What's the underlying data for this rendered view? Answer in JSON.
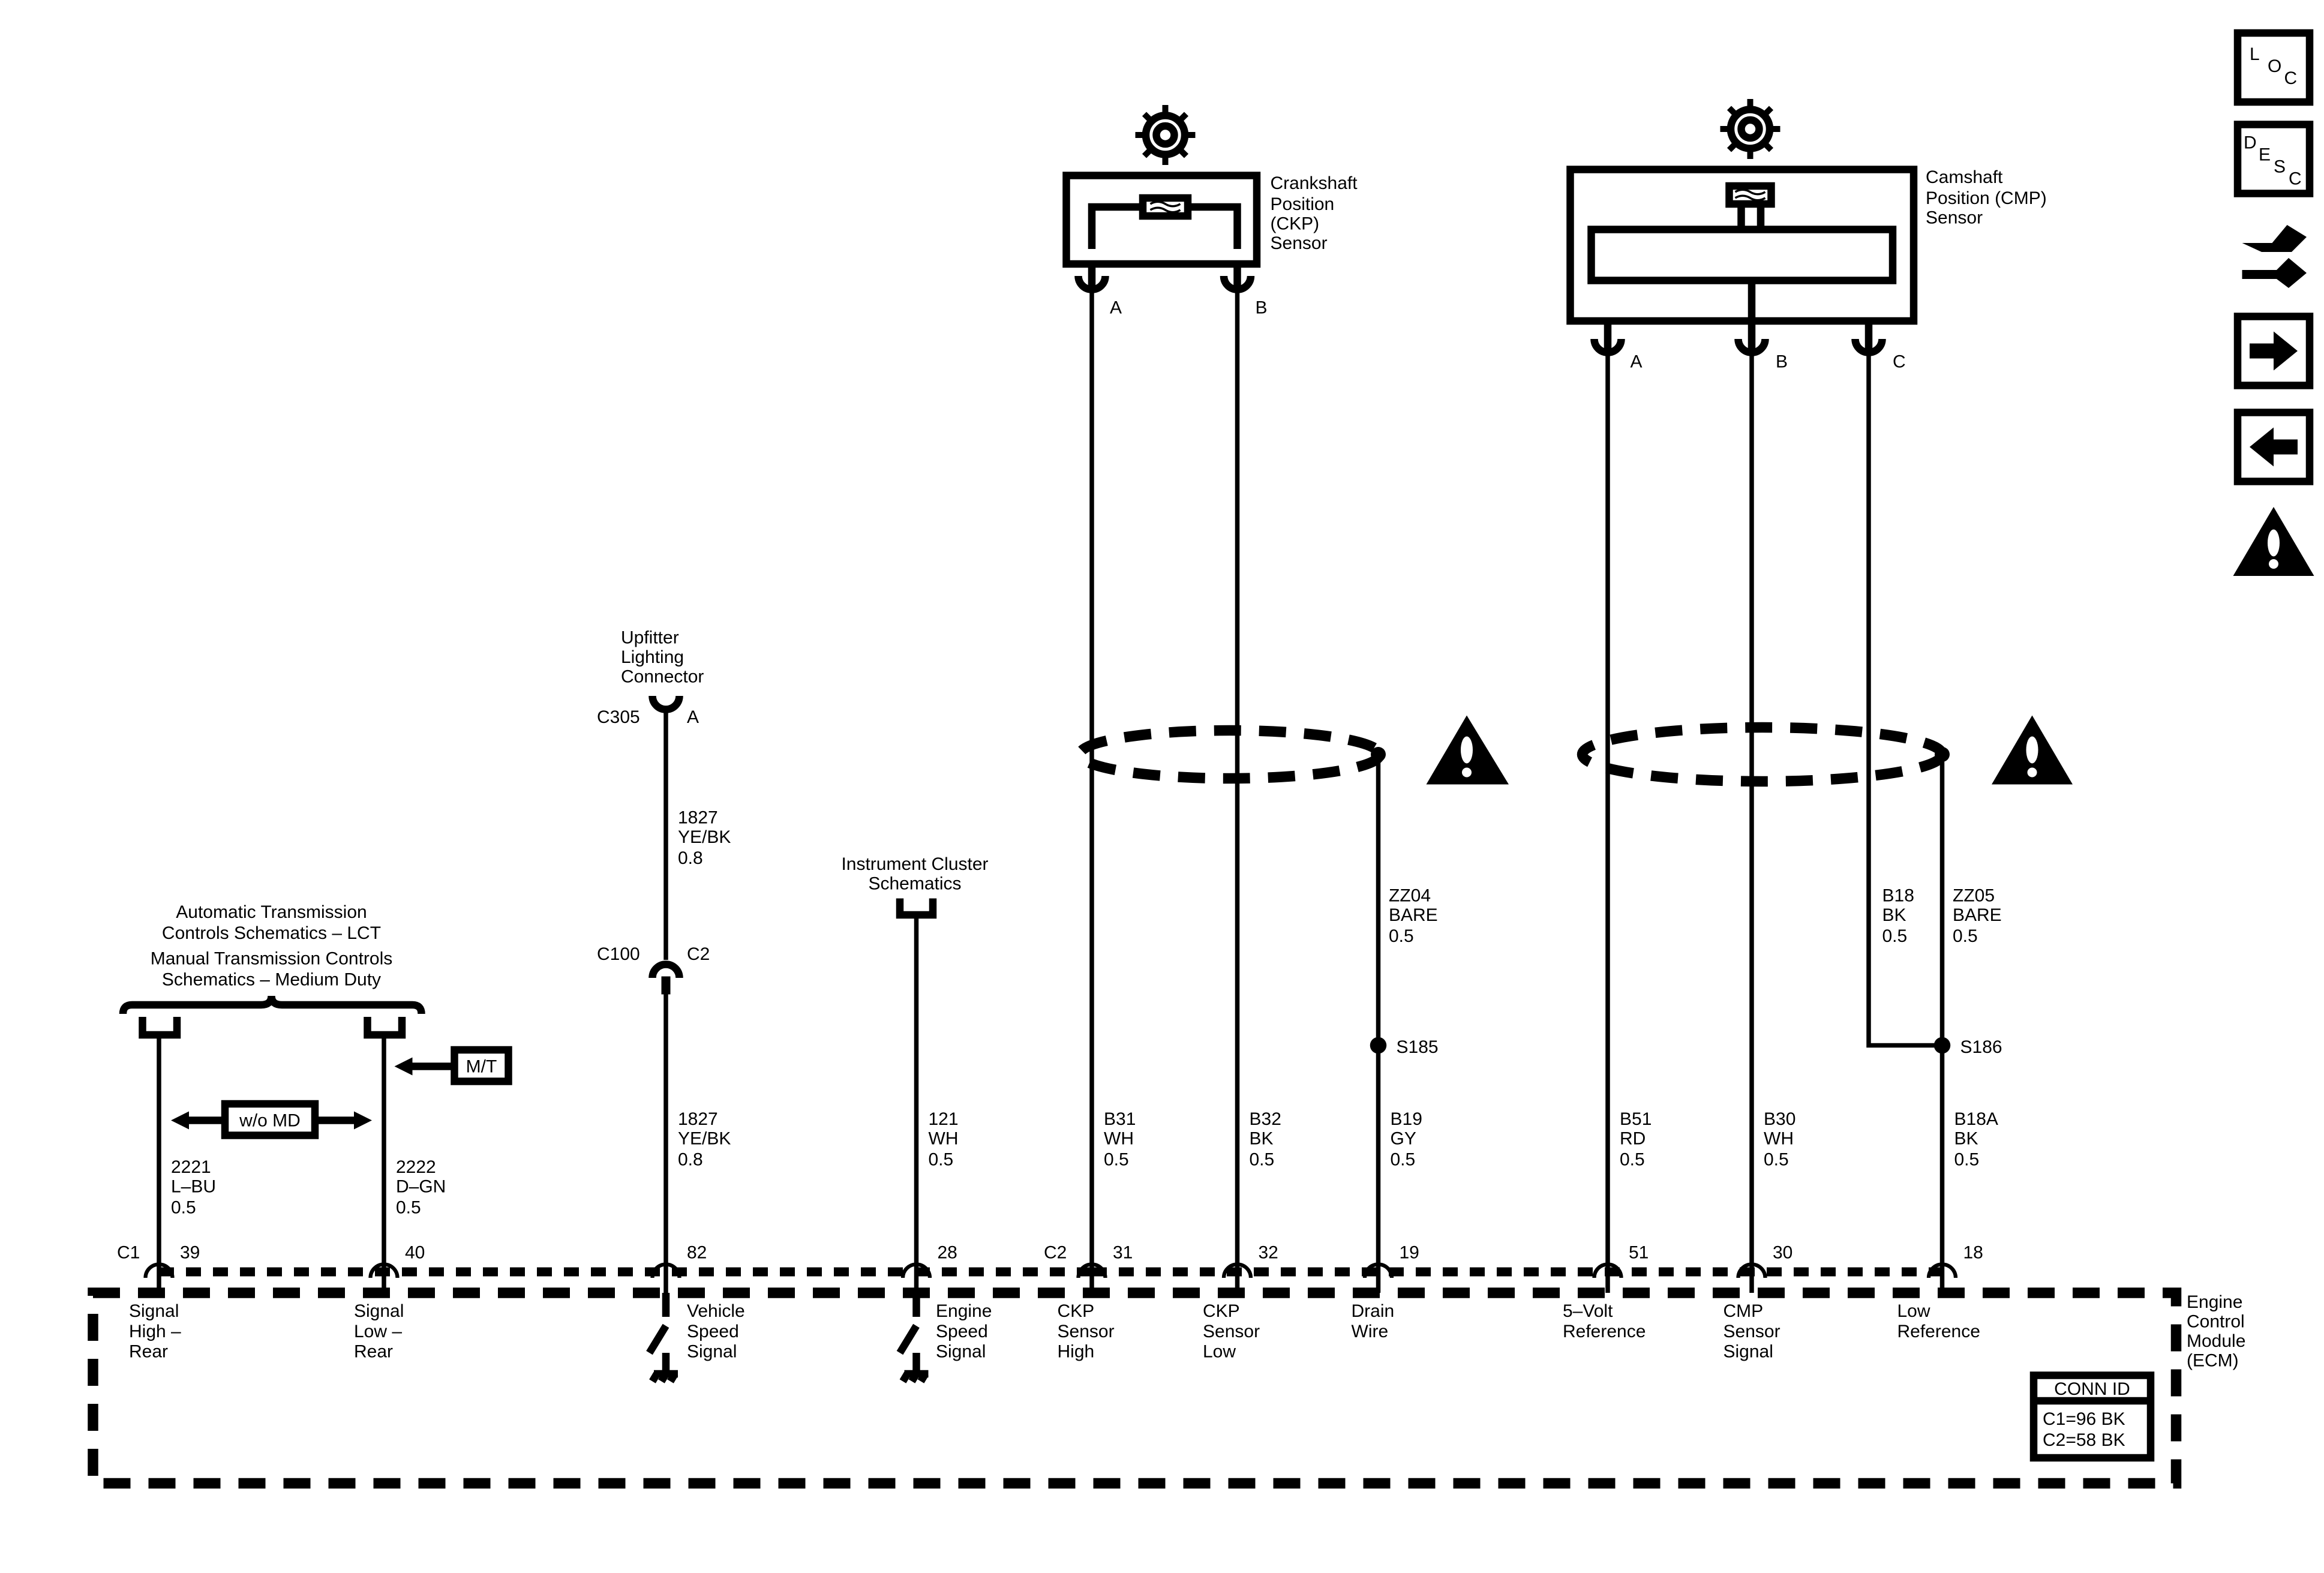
{
  "side_toolbar": {
    "loc": "LOC",
    "desc": "DESC"
  },
  "ckp_sensor": {
    "name_lines": [
      "Crankshaft",
      "Position",
      "(CKP)",
      "Sensor"
    ],
    "pins": [
      "A",
      "B"
    ]
  },
  "cmp_sensor": {
    "name_lines": [
      "Camshaft",
      "Position (CMP)",
      "Sensor"
    ],
    "pins": [
      "A",
      "B",
      "C"
    ]
  },
  "references": {
    "transmission_lines": [
      "Automatic Transmission",
      "Controls Schematics – LCT",
      "Manual Transmission Controls",
      "Schematics – Medium Duty"
    ],
    "upfitter_lines": [
      "Upfitter",
      "Lighting",
      "Connector"
    ],
    "cluster_lines": [
      "Instrument Cluster",
      "Schematics"
    ]
  },
  "options": {
    "wo_md": "w/o MD",
    "mt": "M/T"
  },
  "connectors": {
    "c305": "C305",
    "c305_pin": "A",
    "c100": "C100",
    "c100_pin": "C2",
    "ecm_c1": "C1",
    "ecm_c2": "C2"
  },
  "wires": [
    {
      "circuit": "2221",
      "color": "L–BU",
      "size": "0.5",
      "pin": "39",
      "ecm_label": [
        "Signal",
        "High –",
        "Rear"
      ]
    },
    {
      "circuit": "2222",
      "color": "D–GN",
      "size": "0.5",
      "pin": "40",
      "ecm_label": [
        "Signal",
        "Low –",
        "Rear"
      ]
    },
    {
      "circuit": "1827",
      "color": "YE/BK",
      "size": "0.8",
      "pin": "82",
      "ecm_label": [
        "Vehicle",
        "Speed",
        "Signal"
      ]
    },
    {
      "circuit": "121",
      "color": "WH",
      "size": "0.5",
      "pin": "28",
      "ecm_label": [
        "Engine",
        "Speed",
        "Signal"
      ]
    },
    {
      "circuit": "B31",
      "color": "WH",
      "size": "0.5",
      "pin": "31",
      "ecm_label": [
        "CKP",
        "Sensor",
        "High"
      ]
    },
    {
      "circuit": "B32",
      "color": "BK",
      "size": "0.5",
      "pin": "32",
      "ecm_label": [
        "CKP",
        "Sensor",
        "Low"
      ]
    },
    {
      "circuit": "B19",
      "color": "GY",
      "size": "0.5",
      "pin": "19",
      "ecm_label": [
        "Drain",
        "Wire"
      ]
    },
    {
      "circuit": "B51",
      "color": "RD",
      "size": "0.5",
      "pin": "51",
      "ecm_label": [
        "5–Volt",
        "Reference"
      ]
    },
    {
      "circuit": "B30",
      "color": "WH",
      "size": "0.5",
      "pin": "30",
      "ecm_label": [
        "CMP",
        "Sensor",
        "Signal"
      ]
    },
    {
      "circuit": "B18A",
      "color": "BK",
      "size": "0.5",
      "pin": "18",
      "ecm_label": [
        "Low",
        "Reference"
      ]
    }
  ],
  "upper_wires": {
    "upfitter": {
      "circuit": "1827",
      "color": "YE/BK",
      "size": "0.8"
    },
    "zz04": {
      "circuit": "ZZ04",
      "color": "BARE",
      "size": "0.5"
    },
    "b18": {
      "circuit": "B18",
      "color": "BK",
      "size": "0.5"
    },
    "zz05": {
      "circuit": "ZZ05",
      "color": "BARE",
      "size": "0.5"
    }
  },
  "splices": {
    "s185": "S185",
    "s186": "S186"
  },
  "ecm": {
    "name_lines": [
      "Engine",
      "Control",
      "Module",
      "(ECM)"
    ],
    "conn_id_title": "CONN ID",
    "conn_id_lines": [
      "C1=96 BK",
      "C2=58 BK"
    ]
  }
}
